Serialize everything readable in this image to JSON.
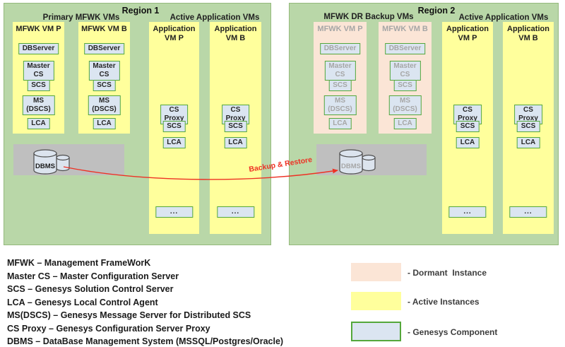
{
  "colors": {
    "region_bg": "#b9d7a8",
    "active_instance_bg": "#ffff9c",
    "dormant_instance_bg": "#fbe5d6",
    "component_bg": "#dbe5f1",
    "component_border": "#54a73b",
    "dbms_panel_bg": "#bfbfbf",
    "arrow_red": "#ee3124",
    "dormant_text": "#a6a6a6",
    "text": "#1f1f1f"
  },
  "regions": [
    {
      "title": "Region 1",
      "mfwk_group_label": "Primary MFWK VMs",
      "app_group_label": "Active Application VMs",
      "mfwk_vms": [
        {
          "label": "MFWK VM P",
          "components": [
            "DBServer",
            "Master CS",
            "SCS",
            "MS\n(DSCS)",
            "LCA"
          ]
        },
        {
          "label": "MFWK VM B",
          "components": [
            "DBServer",
            "Master CS",
            "SCS",
            "MS\n(DSCS)",
            "LCA"
          ]
        }
      ],
      "app_vms": [
        {
          "label": "Application\nVM P",
          "components": [
            "CS Proxy",
            "SCS",
            "LCA"
          ],
          "more": "..."
        },
        {
          "label": "Application\nVM B",
          "components": [
            "CS Proxy",
            "SCS",
            "LCA"
          ],
          "more": "..."
        }
      ],
      "dbms_label": "DBMS"
    },
    {
      "title": "Region 2",
      "mfwk_group_label": "MFWK DR Backup VMs",
      "app_group_label": "Active Application VMs",
      "mfwk_vms": [
        {
          "label": "MFWK VM P",
          "components": [
            "DBServer",
            "Master CS",
            "SCS",
            "MS\n(DSCS)",
            "LCA"
          ]
        },
        {
          "label": "MFWK VM B",
          "components": [
            "DBServer",
            "Master CS",
            "SCS",
            "MS\n(DSCS)",
            "LCA"
          ]
        }
      ],
      "app_vms": [
        {
          "label": "Application\nVM P",
          "components": [
            "CS Proxy",
            "SCS",
            "LCA"
          ],
          "more": "..."
        },
        {
          "label": "Application\nVM B",
          "components": [
            "CS Proxy",
            "SCS",
            "LCA"
          ],
          "more": "..."
        }
      ],
      "dbms_label": "DBMS"
    }
  ],
  "arrow_label": "Backup & Restore",
  "glossary": [
    "MFWK – Management FrameWorK",
    "Master CS – Master Configuration Server",
    "SCS – Genesys Solution Control Server",
    "LCA – Genesys Local Control Agent",
    "MS(DSCS) – Genesys Message Server for Distributed SCS",
    "CS Proxy – Genesys Configuration Server Proxy",
    "DBMS – DataBase Management System (MSSQL/Postgres/Oracle)"
  ],
  "legend": [
    {
      "label": "- Dormant  Instance",
      "swatch": "dormant"
    },
    {
      "label": "- Active Instances",
      "swatch": "active"
    },
    {
      "label": "- Genesys Component",
      "swatch": "component"
    }
  ]
}
